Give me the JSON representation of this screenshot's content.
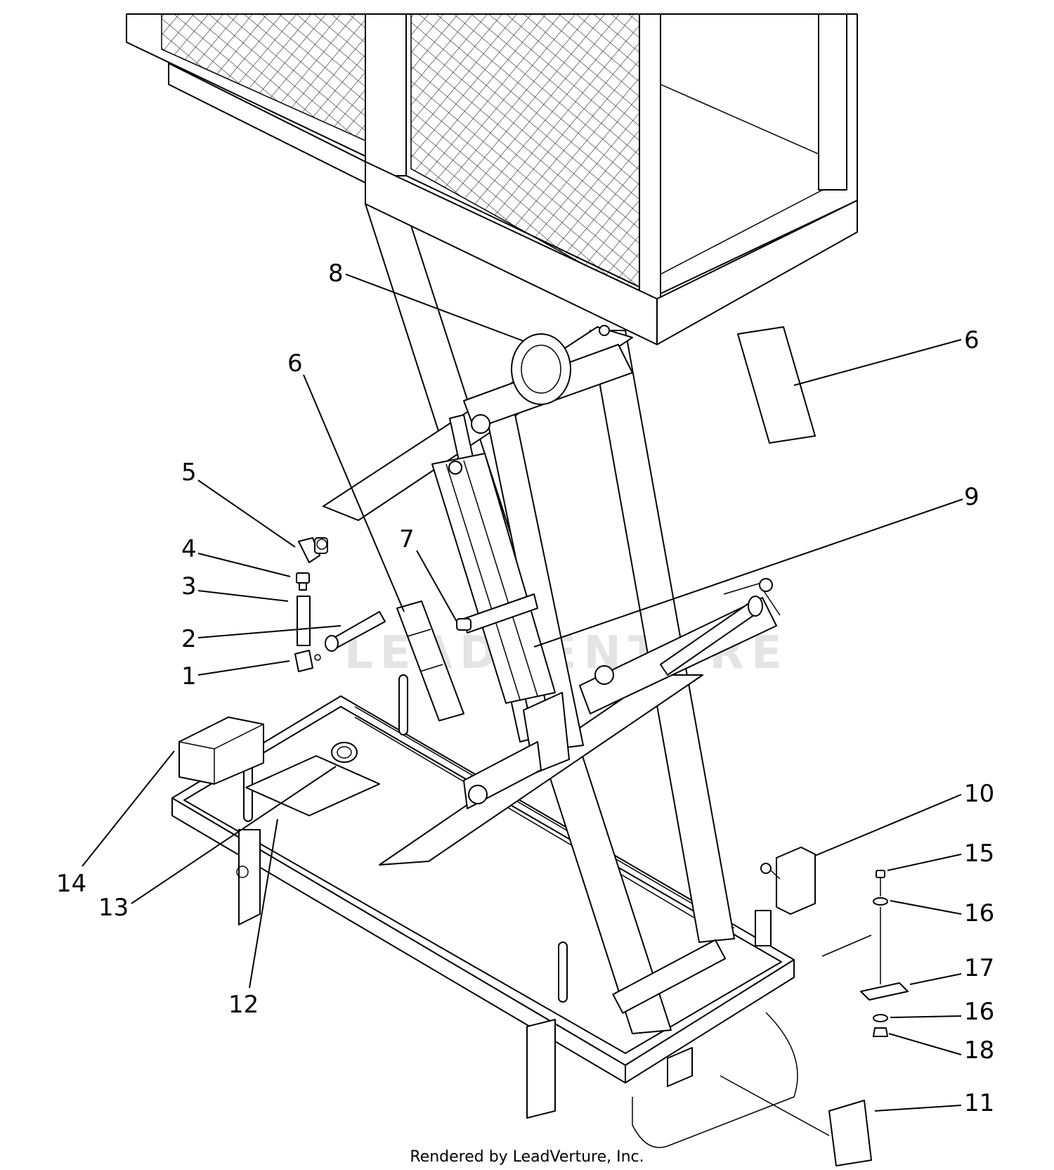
{
  "callouts": [
    {
      "id": "c8",
      "label": "8"
    },
    {
      "id": "c6a",
      "label": "6"
    },
    {
      "id": "c6b",
      "label": "6"
    },
    {
      "id": "c5",
      "label": "5"
    },
    {
      "id": "c4",
      "label": "4"
    },
    {
      "id": "c3",
      "label": "3"
    },
    {
      "id": "c2",
      "label": "2"
    },
    {
      "id": "c1",
      "label": "1"
    },
    {
      "id": "c7",
      "label": "7"
    },
    {
      "id": "c9",
      "label": "9"
    },
    {
      "id": "c10",
      "label": "10"
    },
    {
      "id": "c15",
      "label": "15"
    },
    {
      "id": "c16a",
      "label": "16"
    },
    {
      "id": "c17",
      "label": "17"
    },
    {
      "id": "c16b",
      "label": "16"
    },
    {
      "id": "c18",
      "label": "18"
    },
    {
      "id": "c11",
      "label": "11"
    },
    {
      "id": "c14",
      "label": "14"
    },
    {
      "id": "c13",
      "label": "13"
    },
    {
      "id": "c12",
      "label": "12"
    }
  ],
  "watermark": "LEADVENTURE",
  "footer": "Rendered by LeadVerture, Inc."
}
